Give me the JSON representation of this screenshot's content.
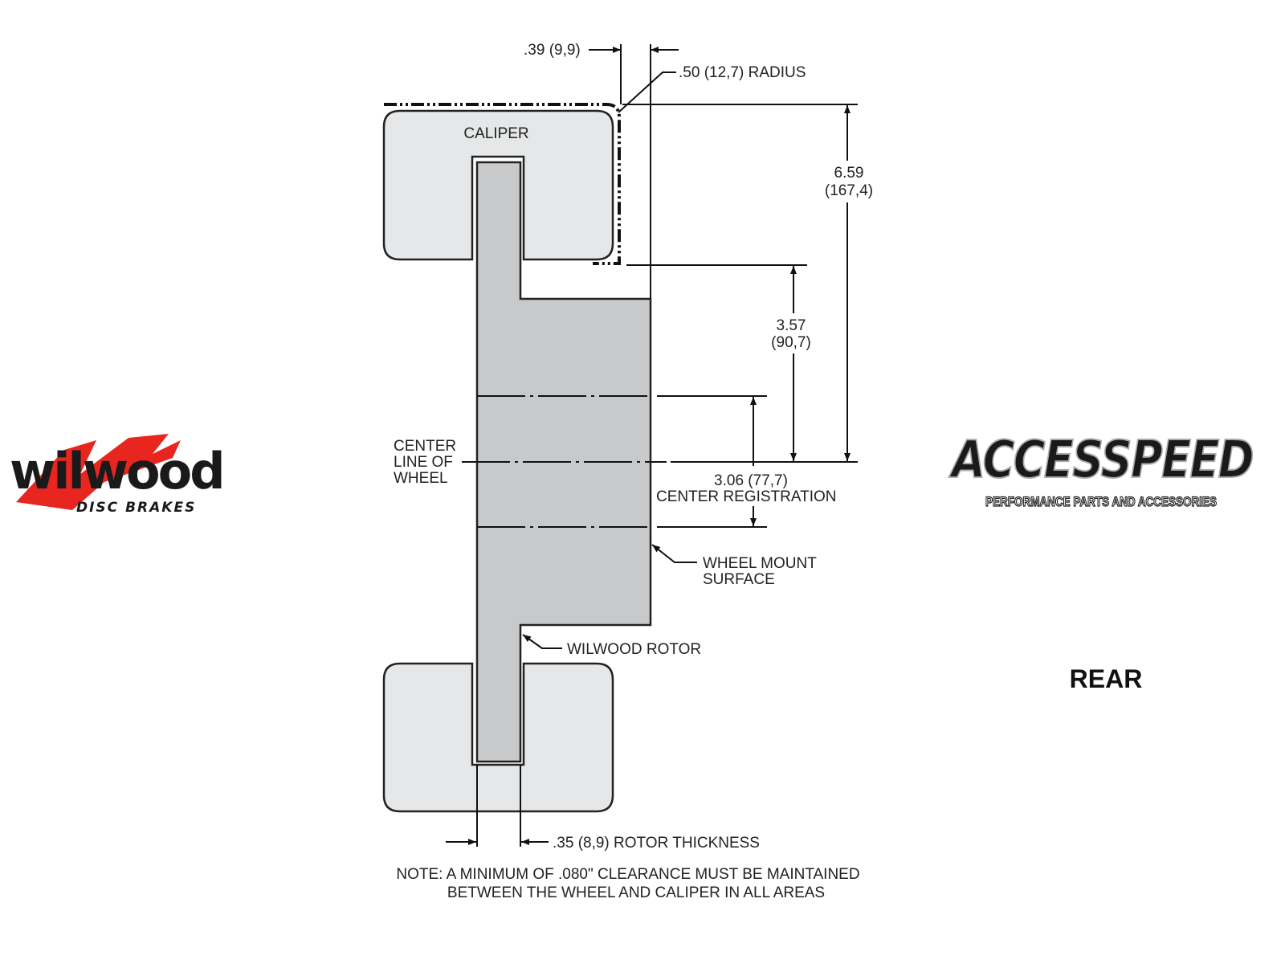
{
  "labels": {
    "caliper": "CALIPER",
    "offset_dim": ".39 (9,9)",
    "radius": ".50 (12,7) RADIUS",
    "overall_height_in": "6.59",
    "overall_height_mm": "(167,4)",
    "caliper_to_center_in": "3.57",
    "caliper_to_center_mm": "(90,7)",
    "center_line": [
      "CENTER",
      "LINE OF",
      "WHEEL"
    ],
    "center_reg_dim": "3.06 (77,7)",
    "center_reg_label": "CENTER REGISTRATION",
    "wheel_mount": [
      "WHEEL MOUNT",
      "SURFACE"
    ],
    "rotor": "WILWOOD ROTOR",
    "rotor_thickness": ".35 (8,9) ROTOR THICKNESS",
    "note": [
      "NOTE: A MINIMUM OF .080\" CLEARANCE MUST BE MAINTAINED",
      "BETWEEN THE WHEEL AND CALIPER IN ALL AREAS"
    ],
    "position": "REAR"
  },
  "logos": {
    "wilwood": {
      "name": "wilwood",
      "tagline": "DISC BRAKES",
      "accent": "#e8261f"
    },
    "accesspeed": {
      "name": "ACCESSPEED",
      "tagline": "PERFORMANCE PARTS AND ACCESSORIES"
    }
  }
}
